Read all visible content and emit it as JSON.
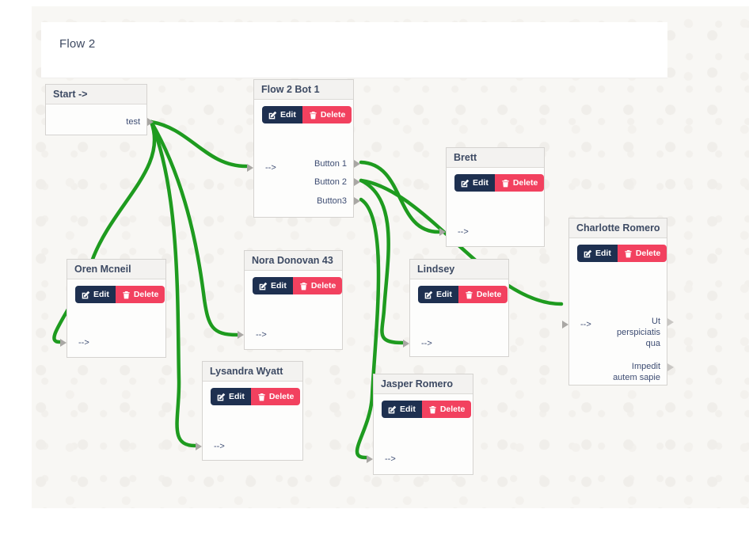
{
  "app": {
    "title": "Flow 2"
  },
  "colors": {
    "connection": "#1e9b1f",
    "edit_button": "#1e3050",
    "delete_button": "#f2415f",
    "node_header_text": "#3d4a63"
  },
  "actions": {
    "edit": "Edit",
    "delete": "Delete"
  },
  "nodes": [
    {
      "id": "start",
      "title": "Start ->",
      "outputs": [
        {
          "label": "test"
        }
      ]
    },
    {
      "id": "flow2bot1",
      "title": "Flow 2 Bot 1",
      "input": "-->",
      "outputs": [
        {
          "label": "Button 1"
        },
        {
          "label": "Button 2"
        },
        {
          "label": "Button3"
        }
      ]
    },
    {
      "id": "brett",
      "title": "Brett",
      "input": "-->"
    },
    {
      "id": "charlotte",
      "title": "Charlotte Romero",
      "input": "-->",
      "outputs": [
        {
          "label": "Ut perspiciatis qua"
        },
        {
          "label": "Impedit autem sapie"
        }
      ]
    },
    {
      "id": "oren",
      "title": "Oren Mcneil",
      "input": "-->"
    },
    {
      "id": "nora",
      "title": "Nora Donovan 43",
      "input": "-->"
    },
    {
      "id": "lindsey",
      "title": "Lindsey",
      "input": "-->"
    },
    {
      "id": "lysandra",
      "title": "Lysandra Wyatt",
      "input": "-->"
    },
    {
      "id": "jasper",
      "title": "Jasper Romero",
      "input": "-->"
    }
  ],
  "connections": [
    {
      "from": "start.test",
      "to": "flow2bot1.in"
    },
    {
      "from": "start.test",
      "to": "oren.in"
    },
    {
      "from": "start.test",
      "to": "nora.in"
    },
    {
      "from": "start.test",
      "to": "lysandra.in"
    },
    {
      "from": "flow2bot1.button1",
      "to": "brett.in"
    },
    {
      "from": "flow2bot1.button2",
      "to": "charlotte.in"
    },
    {
      "from": "flow2bot1.button2",
      "to": "lindsey.in"
    },
    {
      "from": "flow2bot1.button3",
      "to": "jasper.in"
    }
  ]
}
